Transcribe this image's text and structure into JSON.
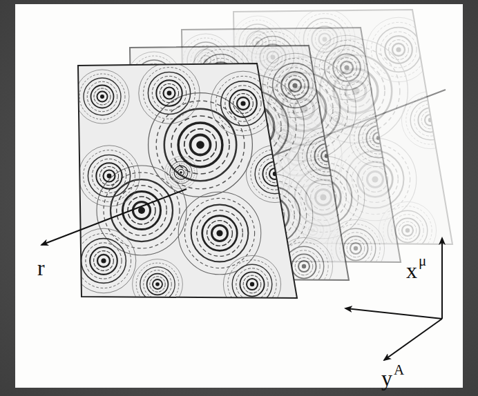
{
  "diagram": {
    "labels": [
      "r",
      "x",
      "μ",
      "y",
      "A"
    ]
  }
}
